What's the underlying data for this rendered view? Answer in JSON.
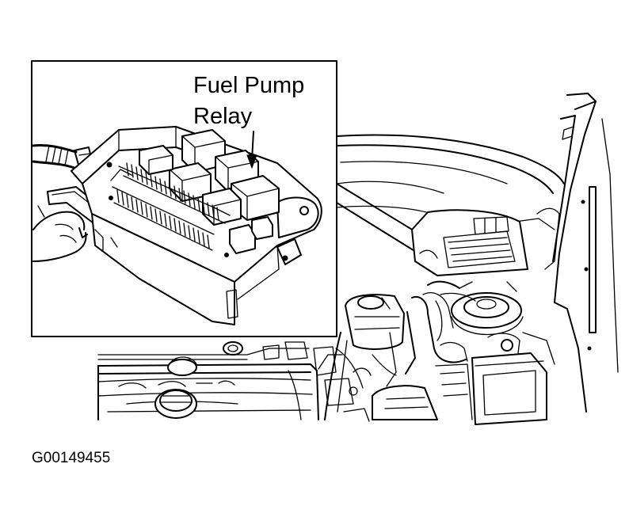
{
  "callout": {
    "line1": "Fuel Pump",
    "line2": "Relay"
  },
  "figure_id": "G00149455"
}
